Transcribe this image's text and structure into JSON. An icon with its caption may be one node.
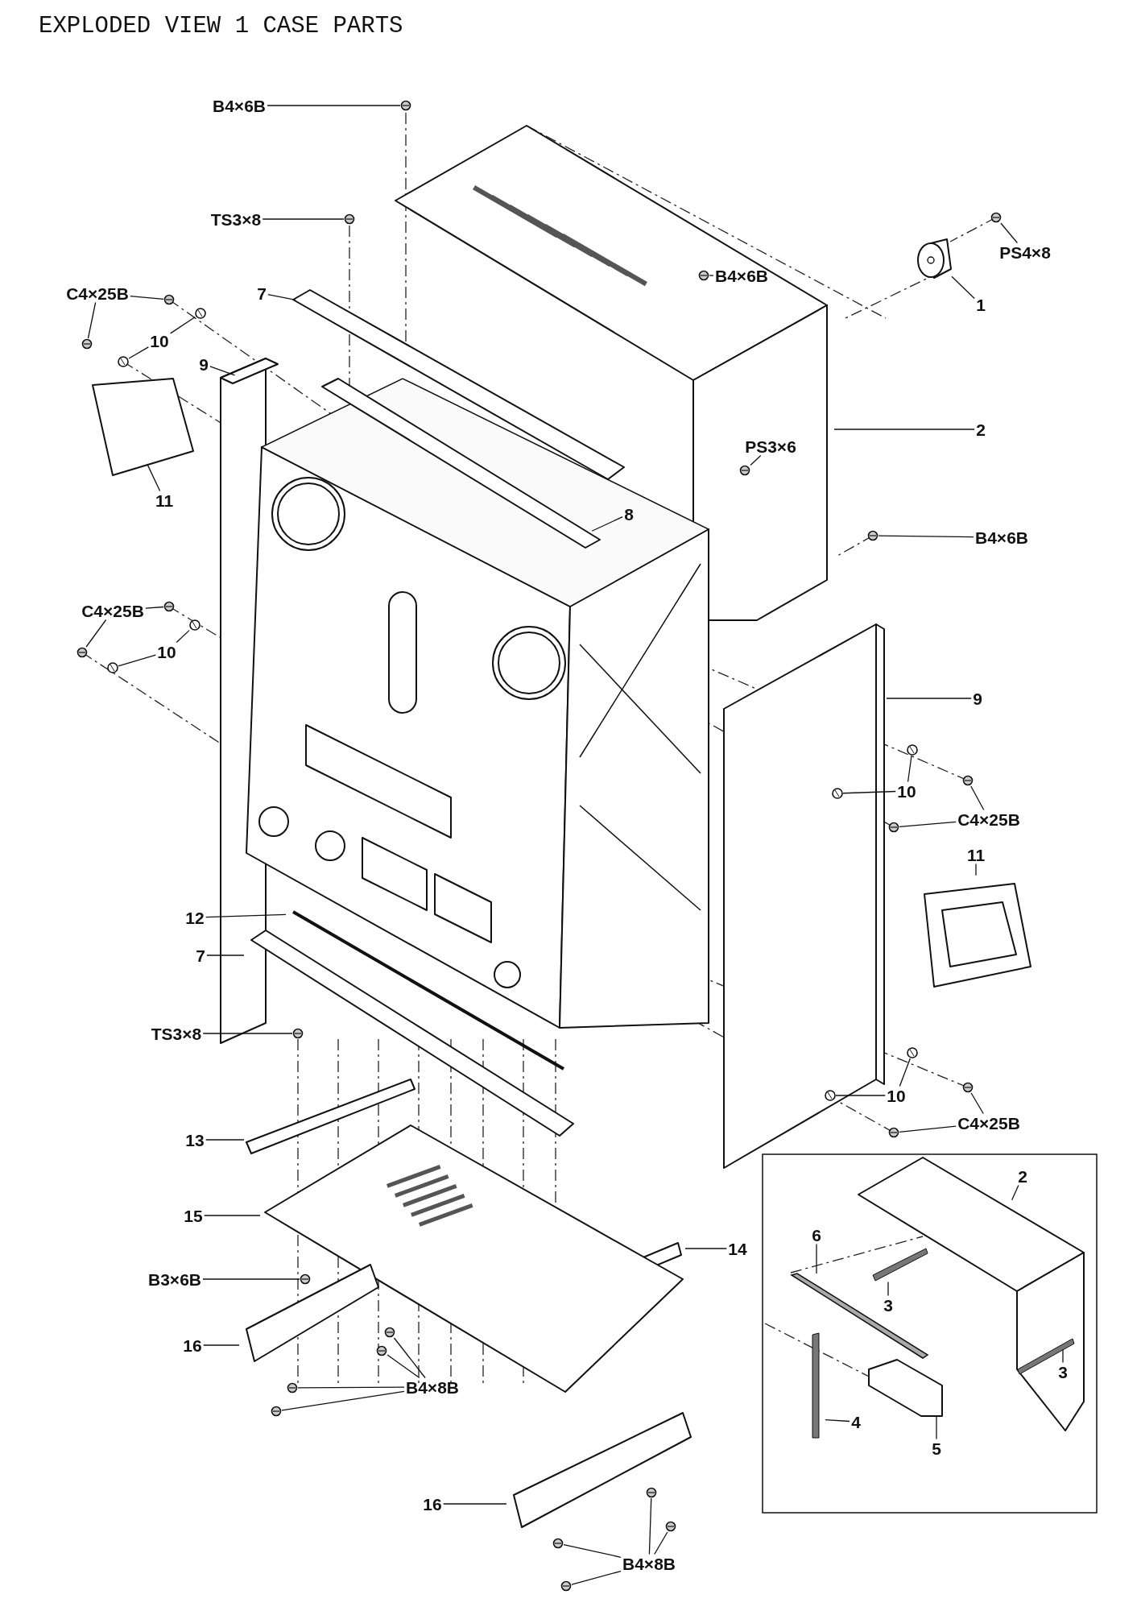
{
  "diagram": {
    "title": "EXPLODED VIEW 1 CASE PARTS",
    "nodes": [
      {
        "text": [
          "B4×6B"
        ]
      },
      {
        "text": [
          "TS3×8"
        ]
      },
      {
        "text": [
          "C4×25B"
        ]
      },
      {
        "text": [
          "7"
        ]
      },
      {
        "text": [
          "10"
        ]
      },
      {
        "text": [
          "9"
        ]
      },
      {
        "text": [
          "11"
        ]
      },
      {
        "text": [
          "B4×6B"
        ]
      },
      {
        "text": [
          "PS4×8"
        ]
      },
      {
        "text": [
          "1"
        ]
      },
      {
        "text": [
          "2"
        ]
      },
      {
        "text": [
          "PS3×6"
        ]
      },
      {
        "text": [
          "8"
        ]
      },
      {
        "text": [
          "B4×6B"
        ]
      },
      {
        "text": [
          "C4×25B"
        ]
      },
      {
        "text": [
          "10"
        ]
      },
      {
        "text": [
          "9"
        ]
      },
      {
        "text": [
          "10"
        ]
      },
      {
        "text": [
          "C4×25B"
        ]
      },
      {
        "text": [
          "11"
        ]
      },
      {
        "text": [
          "12"
        ]
      },
      {
        "text": [
          "7"
        ]
      },
      {
        "text": [
          "TS3×8"
        ]
      },
      {
        "text": [
          "10"
        ]
      },
      {
        "text": [
          "C4×25B"
        ]
      },
      {
        "text": [
          "13"
        ]
      },
      {
        "text": [
          "15"
        ]
      },
      {
        "text": [
          "14"
        ]
      },
      {
        "text": [
          "B3×6B"
        ]
      },
      {
        "text": [
          "16"
        ]
      },
      {
        "text": [
          "B4×8B"
        ]
      },
      {
        "text": [
          "16"
        ]
      },
      {
        "text": [
          "B4×8B"
        ]
      },
      {
        "text": [
          "2"
        ]
      },
      {
        "text": [
          "6"
        ]
      },
      {
        "text": [
          "3"
        ]
      },
      {
        "text": [
          "3"
        ]
      },
      {
        "text": [
          "4"
        ]
      },
      {
        "text": [
          "5"
        ]
      },
      {
        "text": [],
        "shape": "picture"
      },
      {
        "text": [],
        "shape": "picture"
      },
      {
        "text": [],
        "shape": "picture"
      },
      {
        "text": [],
        "shape": "picture"
      },
      {
        "text": [],
        "shape": "picture"
      },
      {
        "text": [],
        "shape": "picture"
      },
      {
        "text": [],
        "shape": "picture"
      },
      {
        "text": [],
        "shape": "picture"
      },
      {
        "text": [],
        "shape": "picture"
      },
      {
        "text": [],
        "shape": "picture"
      },
      {
        "text": [],
        "shape": "picture"
      },
      {
        "text": [],
        "shape": "picture"
      },
      {
        "text": [],
        "shape": "picture"
      },
      {
        "text": [],
        "shape": "picture"
      },
      {
        "text": [],
        "shape": "picture"
      },
      {
        "text": [],
        "shape": "picture"
      },
      {
        "text": [],
        "shape": "picture"
      },
      {
        "text": [],
        "shape": "picture"
      },
      {
        "text": [],
        "shape": "picture"
      },
      {
        "text": [],
        "shape": "picture"
      },
      {
        "text": [],
        "shape": "picture"
      },
      {
        "text": [],
        "shape": "picture"
      },
      {
        "text": [],
        "shape": "picture"
      },
      {
        "text": [],
        "shape": "picture"
      },
      {
        "text": [],
        "shape": "picture"
      },
      {
        "text": [],
        "shape": "picture"
      },
      {
        "text": [],
        "shape": "picture"
      },
      {
        "text": [],
        "shape": "picture"
      },
      {
        "text": [],
        "shape": "picture"
      },
      {
        "text": [],
        "shape": "picture"
      },
      {
        "text": [],
        "shape": "picture"
      },
      {
        "text": [],
        "shape": "picture"
      },
      {
        "text": [],
        "shape": "picture"
      }
    ],
    "edges": [
      {
        "from": 0,
        "to": 39,
        "arrow": "none"
      },
      {
        "from": 1,
        "to": 40,
        "arrow": "none"
      },
      {
        "from": 2,
        "to": 41,
        "arrow": "none"
      },
      {
        "from": 2,
        "to": 42,
        "arrow": "none"
      },
      {
        "from": 3,
        "to": null,
        "arrow": "none"
      },
      {
        "from": 4,
        "to": 43,
        "arrow": "none"
      },
      {
        "from": 4,
        "to": 44,
        "arrow": "none"
      },
      {
        "from": 5,
        "to": null,
        "arrow": "none"
      },
      {
        "from": 6,
        "to": null,
        "arrow": "none"
      },
      {
        "from": 7,
        "to": 45,
        "arrow": "none"
      },
      {
        "from": 8,
        "to": 46,
        "arrow": "none"
      },
      {
        "from": 9,
        "to": 47,
        "arrow": "none"
      },
      {
        "from": 10,
        "to": null,
        "arrow": "none"
      },
      {
        "from": 11,
        "to": 48,
        "arrow": "none"
      },
      {
        "from": 12,
        "to": null,
        "arrow": "none"
      },
      {
        "from": 13,
        "to": 49,
        "arrow": "none"
      },
      {
        "from": 14,
        "to": 50,
        "arrow": "none"
      },
      {
        "from": 14,
        "to": 51,
        "arrow": "none"
      },
      {
        "from": 15,
        "to": 52,
        "arrow": "none"
      },
      {
        "from": 15,
        "to": 53,
        "arrow": "none"
      },
      {
        "from": 16,
        "to": null,
        "arrow": "none"
      },
      {
        "from": 17,
        "to": 54,
        "arrow": "none"
      },
      {
        "from": 17,
        "to": 55,
        "arrow": "none"
      },
      {
        "from": 18,
        "to": 56,
        "arrow": "none"
      },
      {
        "from": 18,
        "to": 57,
        "arrow": "none"
      },
      {
        "from": 19,
        "to": null,
        "arrow": "none"
      },
      {
        "from": 20,
        "to": null,
        "arrow": "none"
      },
      {
        "from": 21,
        "to": null,
        "arrow": "none"
      },
      {
        "from": 22,
        "to": 58,
        "arrow": "none"
      },
      {
        "from": 23,
        "to": 59,
        "arrow": "none"
      },
      {
        "from": 23,
        "to": 60,
        "arrow": "none"
      },
      {
        "from": 24,
        "to": 61,
        "arrow": "none"
      },
      {
        "from": 24,
        "to": 62,
        "arrow": "none"
      },
      {
        "from": 25,
        "to": null,
        "arrow": "none"
      },
      {
        "from": 26,
        "to": null,
        "arrow": "none"
      },
      {
        "from": 27,
        "to": null,
        "arrow": "none"
      },
      {
        "from": 28,
        "to": 63,
        "arrow": "none"
      },
      {
        "from": 29,
        "to": null,
        "arrow": "none"
      },
      {
        "from": 30,
        "to": 64,
        "arrow": "none"
      },
      {
        "from": 30,
        "to": 65,
        "arrow": "none"
      },
      {
        "from": 30,
        "to": 66,
        "arrow": "none"
      },
      {
        "from": 30,
        "to": 67,
        "arrow": "none"
      },
      {
        "from": 31,
        "to": null,
        "arrow": "none"
      },
      {
        "from": 32,
        "to": 68,
        "arrow": "none"
      },
      {
        "from": 32,
        "to": 69,
        "arrow": "none"
      },
      {
        "from": 32,
        "to": 70,
        "arrow": "none"
      },
      {
        "from": 32,
        "to": 71,
        "arrow": "none"
      },
      {
        "from": 33,
        "to": null,
        "arrow": "none"
      },
      {
        "from": 34,
        "to": null,
        "arrow": "none"
      },
      {
        "from": 35,
        "to": null,
        "arrow": "none"
      },
      {
        "from": 36,
        "to": null,
        "arrow": "none"
      },
      {
        "from": 37,
        "to": null,
        "arrow": "none"
      },
      {
        "from": 38,
        "to": null,
        "arrow": "none"
      }
    ]
  }
}
